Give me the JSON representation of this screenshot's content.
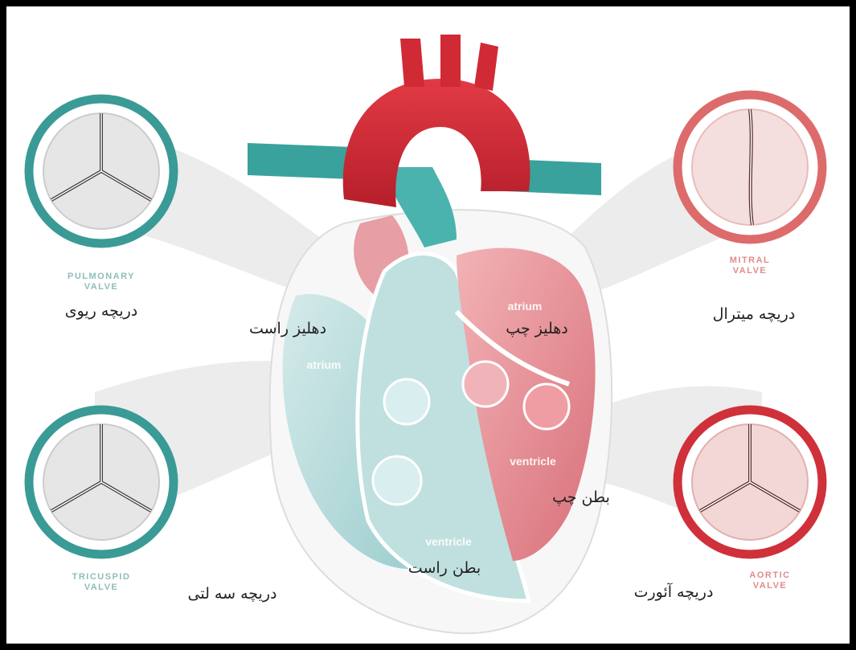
{
  "valves": {
    "pulmonary": {
      "en_line1": "PULMONARY",
      "en_line2": "VALVE",
      "fa": "دریچه ریوی"
    },
    "tricuspid": {
      "en_line1": "TRICUSPID",
      "en_line2": "VALVE",
      "fa": "دریچه سه لتی"
    },
    "mitral": {
      "en_line1": "MITRAL",
      "en_line2": "VALVE",
      "fa": "دریچه میترال"
    },
    "aortic": {
      "en_line1": "AORTIC",
      "en_line2": "VALVE",
      "fa": "دریچه آئورت"
    }
  },
  "chambers": {
    "right_atrium": {
      "en": "atrium",
      "fa": "دهلیز راست"
    },
    "left_atrium": {
      "en": "atrium",
      "fa": "دهلیز چپ"
    },
    "left_ventricle": {
      "en": "ventricle",
      "fa": "بطن چپ"
    },
    "right_ventricle": {
      "en": "ventricle",
      "fa": "بطن راست"
    }
  },
  "colors": {
    "teal": "#3a9a96",
    "red": "#d0303a",
    "pink": "#e98b90",
    "light_teal": "#cfe7e7"
  }
}
